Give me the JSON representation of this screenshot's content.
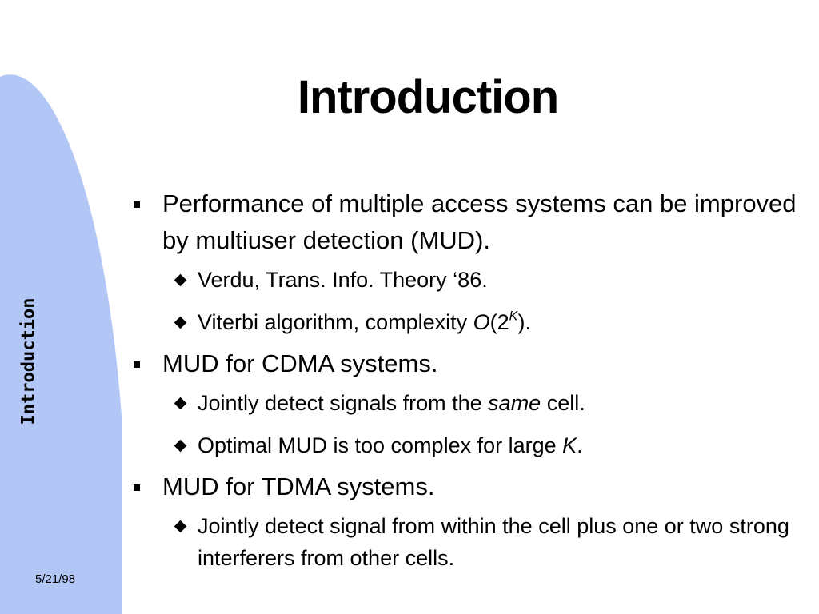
{
  "slide": {
    "title": "Introduction",
    "side_label": "Introduction",
    "date": "5/21/98",
    "colors": {
      "side_band": "#b3c7f7",
      "text": "#000000",
      "background": "#ffffff"
    }
  },
  "bullets": [
    {
      "text": "Performance of multiple access systems can be improved by multiuser detection (MUD)."
    },
    {
      "text": "Verdu, Trans. Info. Theory ‘86."
    },
    {
      "pre": "Viterbi algorithm, complexity ",
      "italic": "O",
      "mid": "(2",
      "sup": "K",
      "post": ")."
    },
    {
      "text": "MUD for CDMA systems."
    },
    {
      "pre": "Jointly detect signals from the ",
      "italic": "same",
      "post": " cell."
    },
    {
      "pre": "Optimal MUD is too complex for large ",
      "italic": "K",
      "post": "."
    },
    {
      "text": "MUD for TDMA systems."
    },
    {
      "text": "Jointly detect signal from within the cell plus one or two strong interferers from other cells."
    }
  ]
}
